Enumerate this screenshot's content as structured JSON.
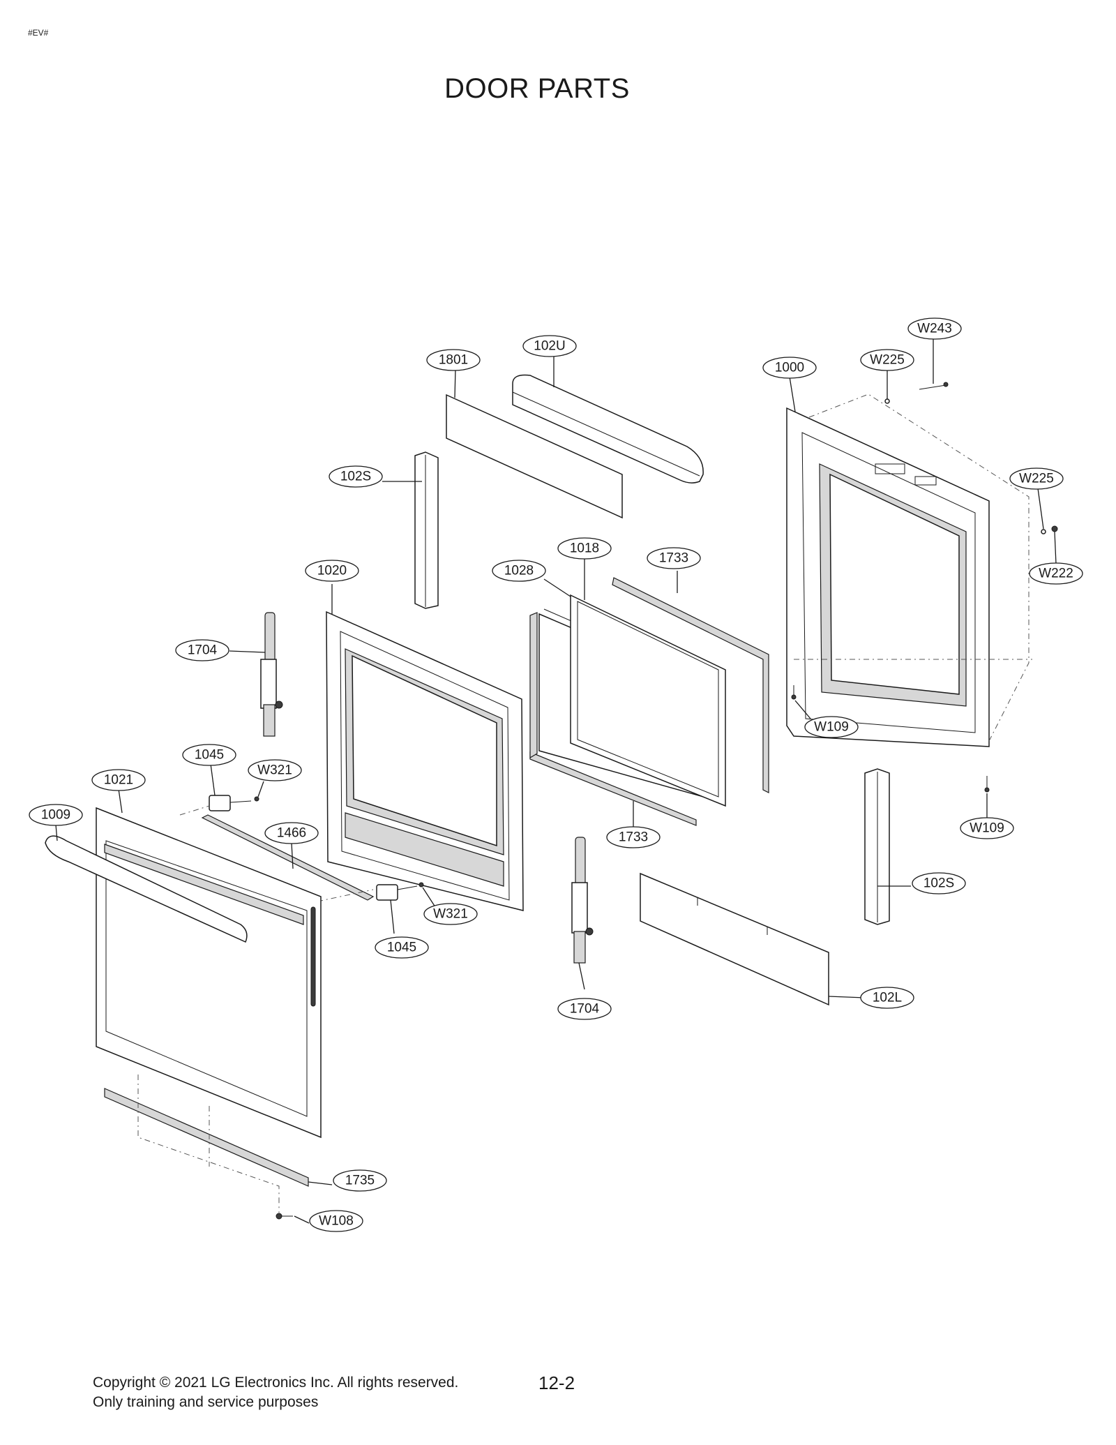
{
  "page_tag": "#EV#",
  "title": "DOOR PARTS",
  "labels": {
    "l_w243": "W243",
    "l_w225a": "W225",
    "l_1000": "1000",
    "l_102u": "102U",
    "l_1801": "1801",
    "l_102s_a": "102S",
    "l_w225b": "W225",
    "l_w222": "W222",
    "l_1018": "1018",
    "l_1733a": "1733",
    "l_1028": "1028",
    "l_1020": "1020",
    "l_1704a": "1704",
    "l_w109a": "W109",
    "l_1045a": "1045",
    "l_w321a": "W321",
    "l_1021": "1021",
    "l_1009": "1009",
    "l_1466": "1466",
    "l_w109b": "W109",
    "l_1733b": "1733",
    "l_102s_b": "102S",
    "l_w321b": "W321",
    "l_1045b": "1045",
    "l_102l": "102L",
    "l_1704b": "1704",
    "l_1735": "1735",
    "l_w108": "W108"
  },
  "footer": {
    "line1": "Copyright ©  2021 LG Electronics Inc. All rights reserved.",
    "line2": "Only training and service purposes"
  },
  "page_number": "12-2"
}
